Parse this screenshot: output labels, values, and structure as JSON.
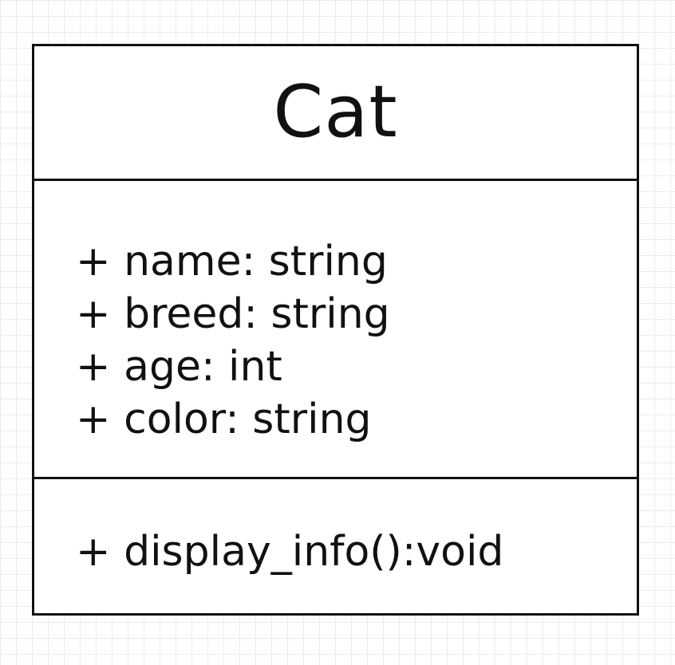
{
  "uml_class": {
    "name": "Cat",
    "attributes": [
      "+ name: string",
      "+ breed: string",
      "+ age: int",
      "+ color: string"
    ],
    "methods": [
      "+ display_info():void"
    ]
  }
}
